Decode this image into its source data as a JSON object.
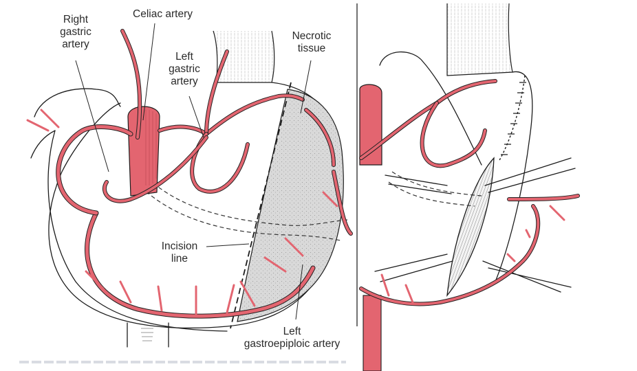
{
  "figure": {
    "left_panel": {
      "labels": {
        "right_gastric_artery": "Right\ngastric\nartery",
        "celiac_artery": "Celiac artery",
        "left_gastric_artery": "Left\ngastric\nartery",
        "necrotic_tissue": "Necrotic\ntissue",
        "incision_line": "Incision\nline",
        "left_gastroepiploic_artery": "Left\ngastroepiploic artery"
      }
    },
    "colors": {
      "artery": "#e36570",
      "necrotic_fill": "#d9d9d9",
      "ink": "#1c1c1c"
    }
  }
}
